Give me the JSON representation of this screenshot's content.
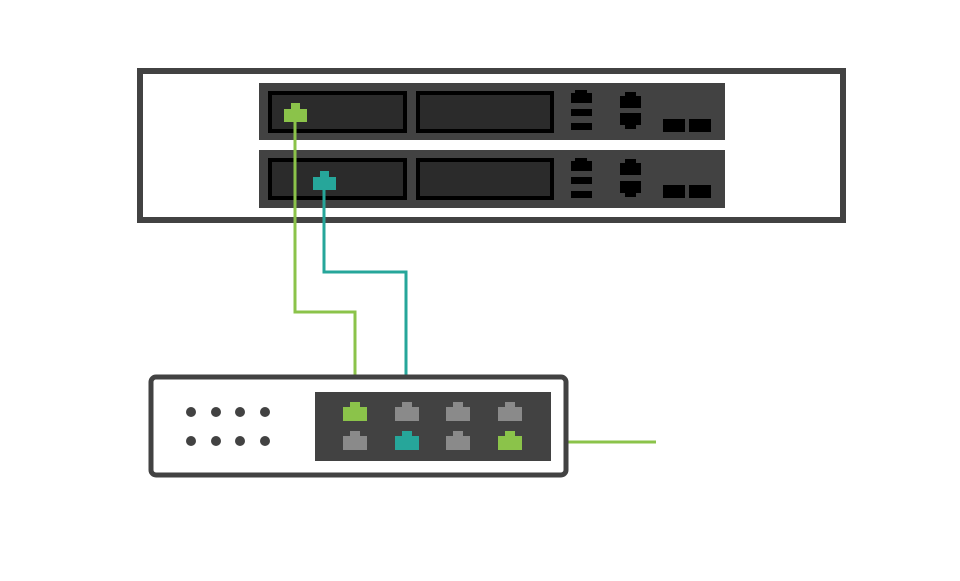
{
  "colors": {
    "background": "#ffffff",
    "outline": "#424242",
    "panel": "#424242",
    "slot": "#2b2b2b",
    "port_active_green": "#8bc34a",
    "port_active_teal": "#26a69a",
    "port_idle": "#8a8a8a",
    "led": "#424242",
    "cable_green": "#8bc34a",
    "cable_teal": "#26a69a"
  },
  "server_chassis": {
    "icon": "server-chassis-icon",
    "modules": [
      {
        "id": "module-1",
        "active_port_color": "green"
      },
      {
        "id": "module-2",
        "active_port_color": "teal"
      }
    ]
  },
  "network_switch": {
    "icon": "network-switch-icon",
    "status_led_count": 8,
    "ports": [
      {
        "state": "active",
        "color": "green"
      },
      {
        "state": "idle",
        "color": "grey"
      },
      {
        "state": "idle",
        "color": "grey"
      },
      {
        "state": "idle",
        "color": "grey"
      },
      {
        "state": "idle",
        "color": "grey"
      },
      {
        "state": "active",
        "color": "teal"
      },
      {
        "state": "idle",
        "color": "grey"
      },
      {
        "state": "active",
        "color": "green"
      }
    ]
  },
  "cables": [
    {
      "from": "module-1",
      "to": "switch-port-1",
      "color": "green"
    },
    {
      "from": "module-2",
      "to": "switch-port-6",
      "color": "teal"
    },
    {
      "from": "switch-port-8",
      "to": "uplink",
      "color": "green"
    }
  ]
}
